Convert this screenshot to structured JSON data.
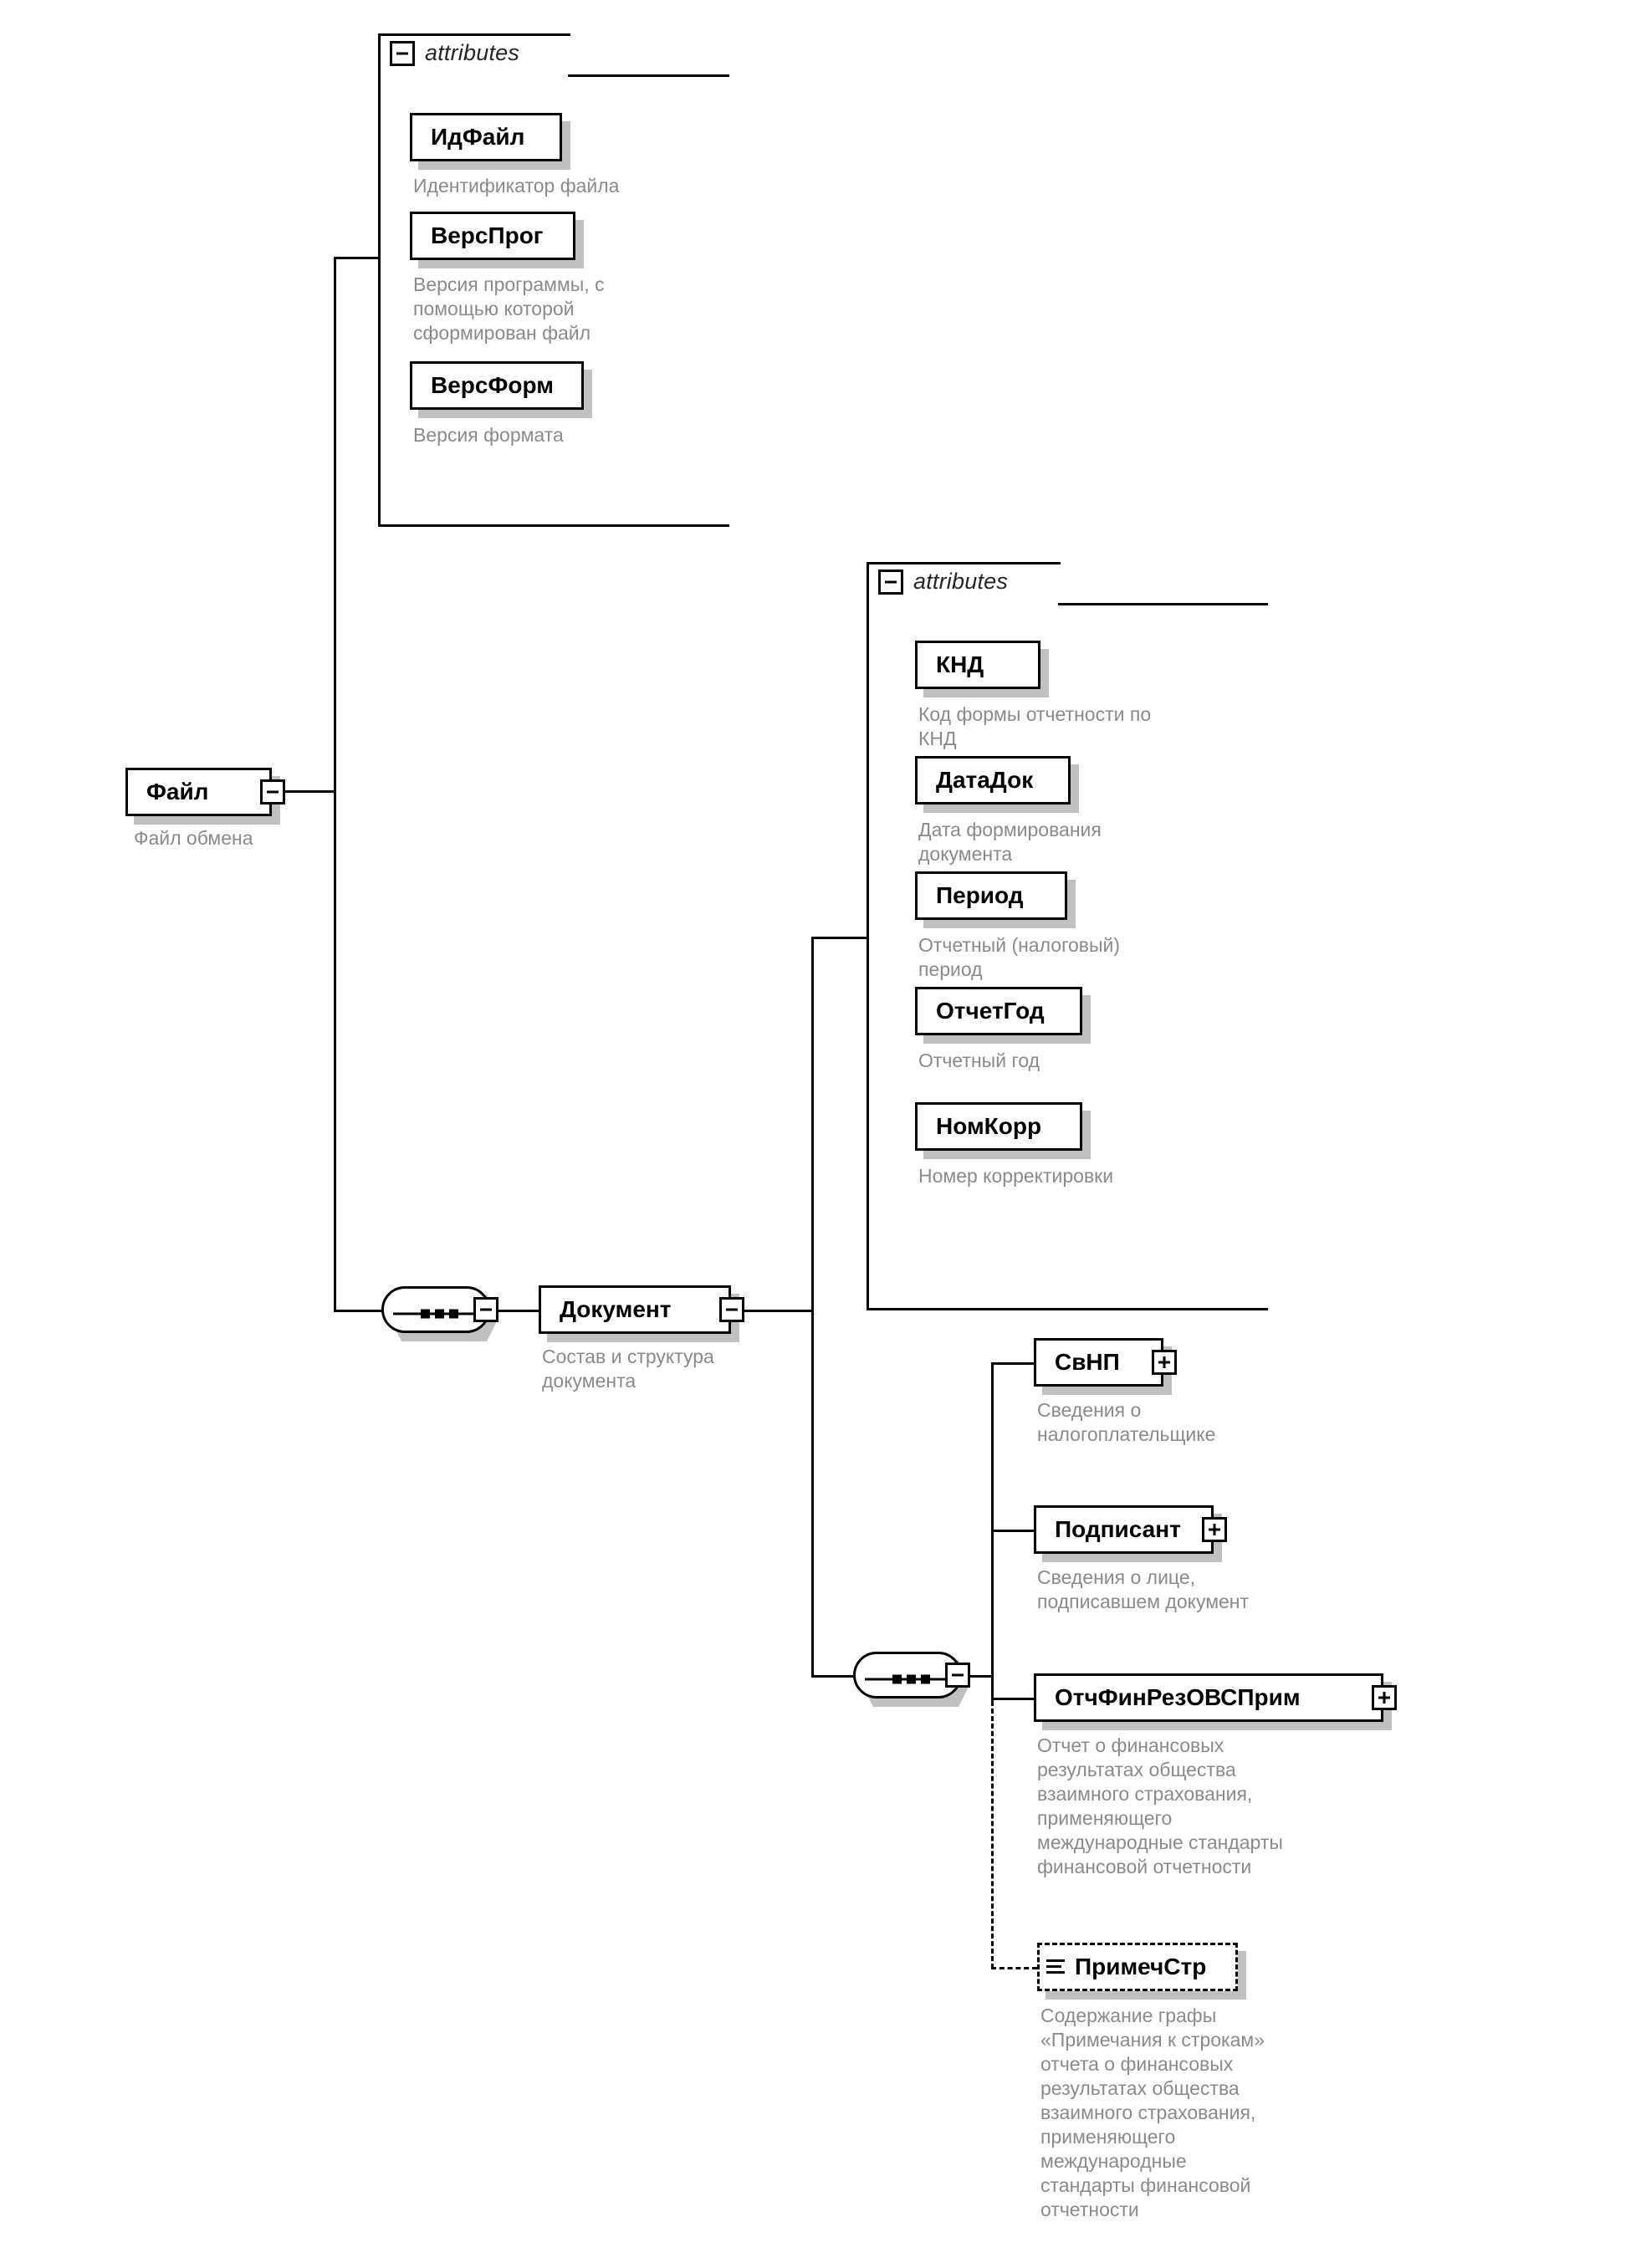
{
  "diagram": {
    "type": "xsd-schema-tree",
    "root": {
      "name": "Файл",
      "annotation": "Файл обмена",
      "toggle": "minus"
    },
    "root_attributes": {
      "group_label": "attributes",
      "toggle": "minus",
      "items": [
        {
          "name": "ИдФайл",
          "annotation": "Идентификатор файла"
        },
        {
          "name": "ВерсПрог",
          "annotation": "Версия программы, с\nпомощью которой\nсформирован файл"
        },
        {
          "name": "ВерсФорм",
          "annotation": "Версия формата"
        }
      ]
    },
    "sequence_symbol": "sequence-connector",
    "document": {
      "name": "Документ",
      "annotation": "Состав и структура\nдокумента",
      "toggle": "minus"
    },
    "document_attributes": {
      "group_label": "attributes",
      "toggle": "minus",
      "items": [
        {
          "name": "КНД",
          "annotation": "Код формы отчетности по\nКНД"
        },
        {
          "name": "ДатаДок",
          "annotation": "Дата формирования\nдокумента"
        },
        {
          "name": "Период",
          "annotation": "Отчетный (налоговый)\nпериод"
        },
        {
          "name": "ОтчетГод",
          "annotation": "Отчетный год"
        },
        {
          "name": "НомКорр",
          "annotation": "Номер корректировки"
        }
      ]
    },
    "document_children": [
      {
        "name": "СвНП",
        "annotation": "Сведения о\nналогоплательщике",
        "toggle": "plus",
        "optional": false
      },
      {
        "name": "Подписант",
        "annotation": "Сведения о лице,\nподписавшем документ",
        "toggle": "plus",
        "optional": false
      },
      {
        "name": "ОтчФинРезОВСПрим",
        "annotation": "Отчет о финансовых\nрезультатах общества\nвзаимного страхования,\nприменяющего\nмеждународные стандарты\nфинансовой отчетности",
        "toggle": "plus",
        "optional": false
      },
      {
        "name": "ПримечСтр",
        "annotation": "Содержание графы\n«Примечания к строкам»\nотчета о финансовых\nрезультатах общества\nвзаимного страхования,\nприменяющего\nмеждународные\nстандарты финансовой\nотчетности",
        "toggle": "none",
        "optional": true
      }
    ],
    "colors": {
      "line": "#000000",
      "shadow": "#c0c0c0",
      "annotation_text": "#8a8a8a",
      "node_fill": "#ffffff",
      "attr_label": "#262626"
    }
  }
}
